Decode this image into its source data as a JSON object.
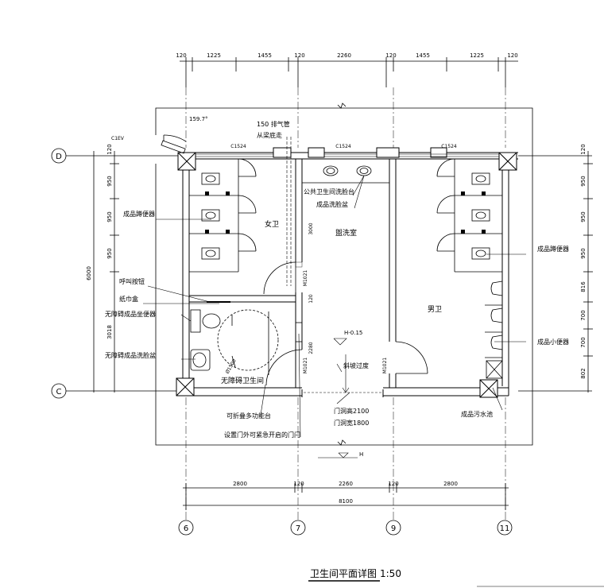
{
  "top_dims": [
    "120",
    "1225",
    "1455",
    "120",
    "2260",
    "120",
    "1455",
    "1225",
    "120"
  ],
  "bottom_dims": [
    "2800",
    "120",
    "2260",
    "120",
    "2800"
  ],
  "total_width": "8100",
  "left_total": "6000",
  "left_dims": [
    "120",
    "950",
    "950",
    "950",
    "3018"
  ],
  "right_dims": [
    "120",
    "950",
    "950",
    "950",
    "816",
    "700",
    "700",
    "802"
  ],
  "axes": {
    "d": "D",
    "c": "C",
    "a6": "6",
    "a7": "7",
    "a9": "9",
    "a11": "11"
  },
  "windows": [
    "C1524",
    "C1524",
    "C1524"
  ],
  "door_angle": "159.7°",
  "c1": "C1EV",
  "exhaust": "150  排气管",
  "exhaust2": "从梁底走",
  "rooms": {
    "female": "女卫",
    "wash": "盥洗室",
    "male": "男卫",
    "accessible": "无障碍卫生间"
  },
  "labels": {
    "counter": "公共卫生间洗脸台",
    "basin": "成品洗脸盆",
    "squat_left": "成品蹲便器",
    "call_button": "呼叫按钮",
    "paper_box": "纸巾盒",
    "acc_toilet": "无障碍成品坐便器",
    "acc_basin": "无障碍成品洗脸盆",
    "squat_right": "成品蹲便器",
    "urinal": "成品小便器",
    "mop_pool": "成品污水池",
    "fold_table": "可折叠多功能台",
    "door_note": "设置门外可紧急开启的门闩",
    "slope": "斜坡过度",
    "opening_h": "门洞高2100",
    "opening_w": "门洞宽1800",
    "level": "H-0.15",
    "level_out": "H",
    "inner_dim": "3000",
    "inner_dim2": "2280",
    "circle": "Ø1500",
    "door1": "M1021",
    "door2": "M1021",
    "door3": "M1021",
    "d120": "120"
  },
  "title": "卫生间平面详图",
  "scale": "1:50"
}
